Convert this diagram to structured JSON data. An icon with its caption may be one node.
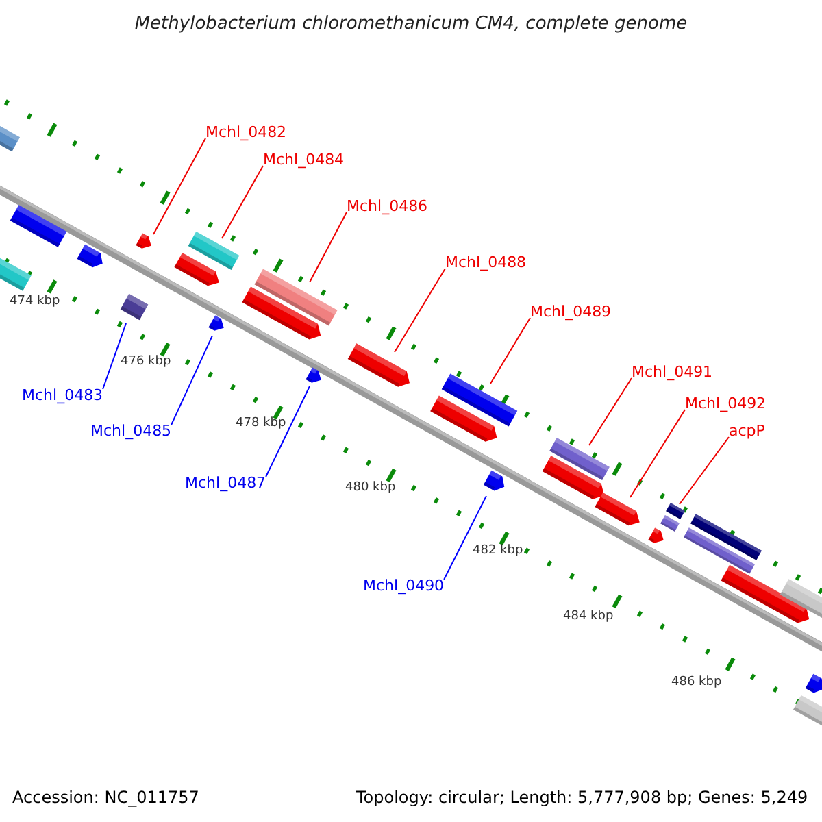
{
  "diagram": {
    "title": "Methylobacterium chloromethanicum CM4, complete genome",
    "nodes": [
      {
        "text": [
          "Mchl_0482"
        ]
      },
      {
        "text": [
          "Mchl_0484"
        ]
      },
      {
        "text": [
          "Mchl_0486"
        ]
      },
      {
        "text": [
          "Mchl_0488"
        ]
      },
      {
        "text": [
          "Mchl_0489"
        ]
      },
      {
        "text": [
          "Mchl_0491"
        ]
      },
      {
        "text": [
          "Mchl_0492"
        ]
      },
      {
        "text": [
          "acpP"
        ]
      },
      {
        "text": [
          "Mchl_0483"
        ]
      },
      {
        "text": [
          "Mchl_0485"
        ]
      },
      {
        "text": [
          "Mchl_0487"
        ]
      },
      {
        "text": [
          "Mchl_0490"
        ]
      },
      {
        "text": [],
        "shape": "bar"
      },
      {
        "text": [],
        "shape": "bar"
      },
      {
        "text": [],
        "shape": "bar"
      },
      {
        "text": [],
        "shape": "bar"
      },
      {
        "text": [],
        "shape": "bar"
      },
      {
        "text": [],
        "shape": "bar"
      },
      {
        "text": [],
        "shape": "bar"
      },
      {
        "text": [],
        "shape": "bar"
      },
      {
        "text": [],
        "shape": "bar"
      },
      {
        "text": [],
        "shape": "bar"
      },
      {
        "text": [],
        "shape": "bar"
      },
      {
        "text": [],
        "shape": "bar"
      },
      {
        "text": [],
        "shape": "bar"
      },
      {
        "text": [],
        "shape": "bar"
      },
      {
        "text": [],
        "shape": "bar"
      },
      {
        "text": [],
        "shape": "bar"
      },
      {
        "text": [],
        "shape": "bar"
      },
      {
        "text": [],
        "shape": "bar"
      },
      {
        "text": [],
        "shape": "bar"
      },
      {
        "text": [],
        "shape": "bar"
      },
      {
        "text": [],
        "shape": "bar"
      },
      {
        "text": [],
        "shape": "bar"
      },
      {
        "text": [],
        "shape": "bar"
      },
      {
        "text": [],
        "shape": "bar"
      },
      {
        "text": [],
        "shape": "bar"
      },
      {
        "text": [],
        "shape": "bar"
      },
      {
        "text": [],
        "shape": "bar"
      },
      {
        "text": [],
        "shape": "bar"
      }
    ],
    "edges": [
      {
        "from": 0,
        "to": 17,
        "arrow": "none"
      },
      {
        "from": 8,
        "to": 16,
        "arrow": "none",
        "color": "#0000ff"
      },
      {
        "from": 1,
        "to": 19,
        "arrow": "none"
      },
      {
        "from": 9,
        "to": 20,
        "arrow": "none",
        "color": "#0000ff"
      },
      {
        "from": 2,
        "to": 22,
        "arrow": "none"
      },
      {
        "from": 10,
        "to": 23,
        "arrow": "none",
        "color": "#0000ff"
      },
      {
        "from": 3,
        "to": 24,
        "arrow": "none"
      },
      {
        "from": 4,
        "to": 26,
        "arrow": "none"
      },
      {
        "from": 11,
        "to": 27,
        "arrow": "none",
        "color": "#0000ff"
      },
      {
        "from": 5,
        "to": 29,
        "arrow": "none"
      },
      {
        "from": 6,
        "to": 30,
        "arrow": "none"
      },
      {
        "from": 7,
        "to": 33,
        "arrow": "none"
      }
    ],
    "labels": [
      "474 kbp",
      "476 kbp",
      "478 kbp",
      "480 kbp",
      "482 kbp",
      "484 kbp",
      "486 kbp",
      "Accession: NC_011757",
      "Topology: circular; Length: 5,777,908 bp; Genes: 5,249"
    ]
  }
}
